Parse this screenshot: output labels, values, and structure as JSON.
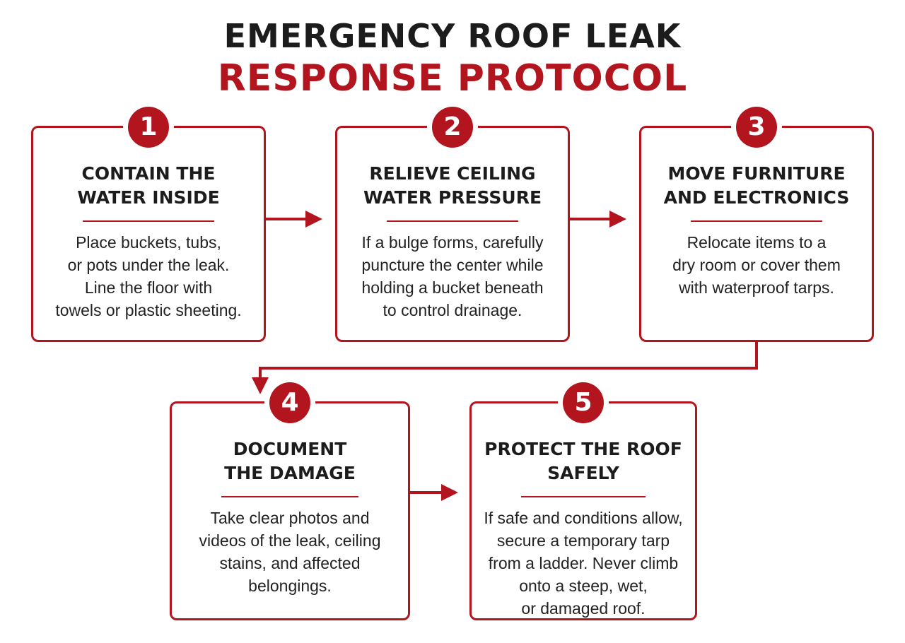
{
  "title": {
    "line1": "EMERGENCY ROOF LEAK",
    "line2": "RESPONSE PROTOCOL"
  },
  "colors": {
    "accent": "#b3151f",
    "text": "#1c1c1c",
    "background": "#ffffff"
  },
  "steps": [
    {
      "number": "1",
      "title": "CONTAIN THE\nWATER INSIDE",
      "body": "Place buckets, tubs,\nor pots under the leak.\nLine the floor with\ntowels or plastic sheeting."
    },
    {
      "number": "2",
      "title": "RELIEVE CEILING\nWATER PRESSURE",
      "body": "If a bulge forms, carefully\npuncture the center while\nholding a bucket beneath\nto control drainage."
    },
    {
      "number": "3",
      "title": "MOVE FURNITURE\nAND ELECTRONICS",
      "body": "Relocate items to a\ndry room or cover them\nwith waterproof tarps."
    },
    {
      "number": "4",
      "title": "DOCUMENT\nTHE DAMAGE",
      "body": "Take clear photos and\nvideos of the leak, ceiling\nstains, and affected\nbelongings."
    },
    {
      "number": "5",
      "title": "PROTECT THE ROOF\nSAFELY",
      "body": "If safe and conditions allow,\nsecure a temporary tarp\nfrom a ladder. Never climb\nonto a steep, wet,\nor damaged roof."
    }
  ]
}
